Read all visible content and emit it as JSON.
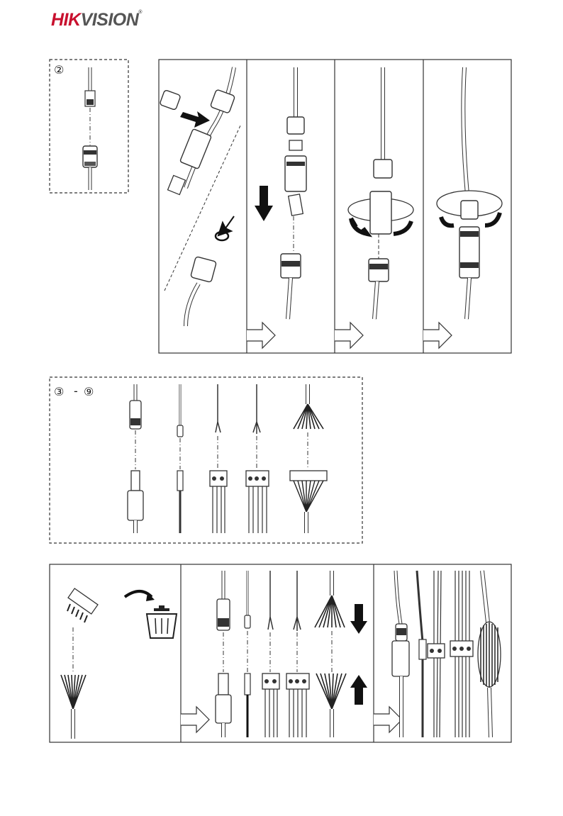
{
  "brand": {
    "logo_part1": "HIK",
    "logo_part2": "VISION",
    "registered": "®"
  },
  "colors": {
    "brand_red": "#c8102e",
    "line": "#1a1a1a",
    "frame": "#333333"
  },
  "steps": {
    "step_2": "②",
    "step_3": "③",
    "step_range_sep": "-",
    "step_9": "⑨"
  },
  "icons": [
    "trash-icon",
    "curved-arrow-icon",
    "down-arrow-icon",
    "up-arrow-icon",
    "next-step-arrow-icon",
    "rotate-arrow-icon"
  ]
}
